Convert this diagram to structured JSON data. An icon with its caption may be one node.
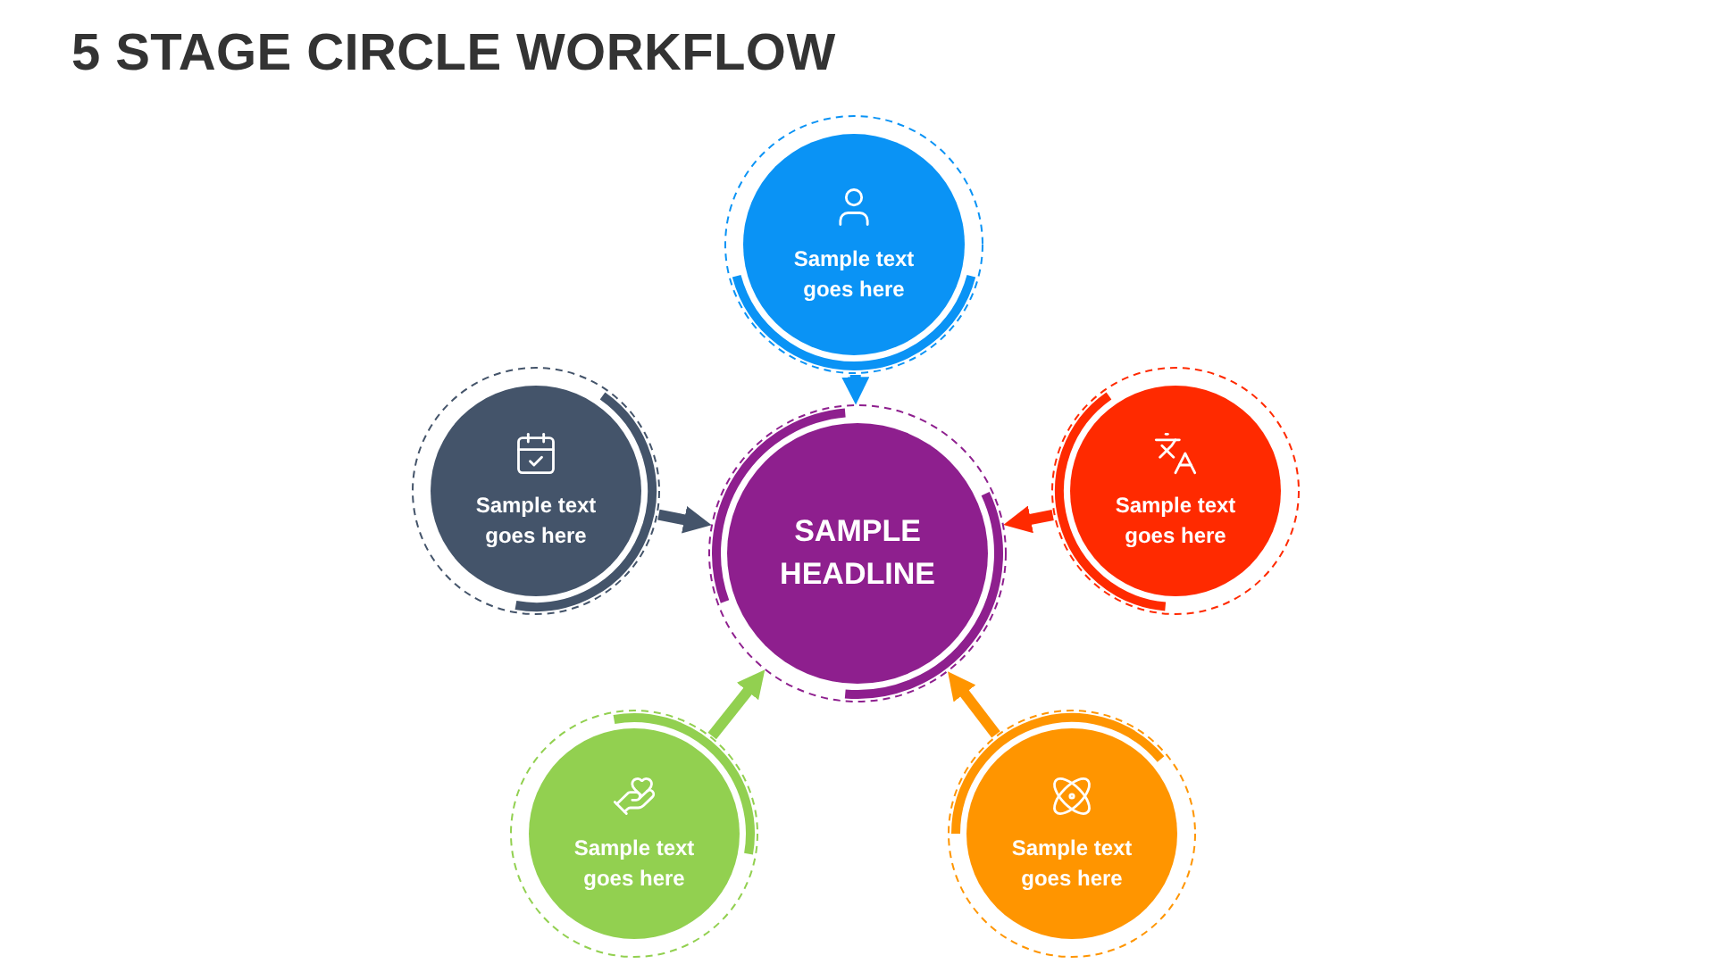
{
  "diagram": {
    "title": "5 STAGE CIRCLE WORKFLOW",
    "nodes": [
      {
        "text": [
          "Sample text goes here"
        ]
      },
      {
        "text": [
          "Sample text goes here"
        ]
      },
      {
        "text": [
          "SAMPLE HEADLINE"
        ]
      },
      {
        "text": [
          "Sample text goes here"
        ]
      },
      {
        "text": [
          "Sample text goes here"
        ]
      },
      {
        "text": [
          "Sample text goes here"
        ]
      }
    ],
    "edges": [
      {
        "from": 0,
        "to": 2,
        "arrow": "to",
        "color": "#0a93f5"
      },
      {
        "from": 1,
        "to": 2,
        "arrow": "to",
        "color": "#44546a"
      },
      {
        "from": 3,
        "to": 2,
        "arrow": "to",
        "color": "#ff2a00"
      },
      {
        "from": 4,
        "to": 2,
        "arrow": "to",
        "color": "#92d050"
      },
      {
        "from": 5,
        "to": 2,
        "arrow": "to",
        "color": "#ff9500"
      }
    ]
  }
}
